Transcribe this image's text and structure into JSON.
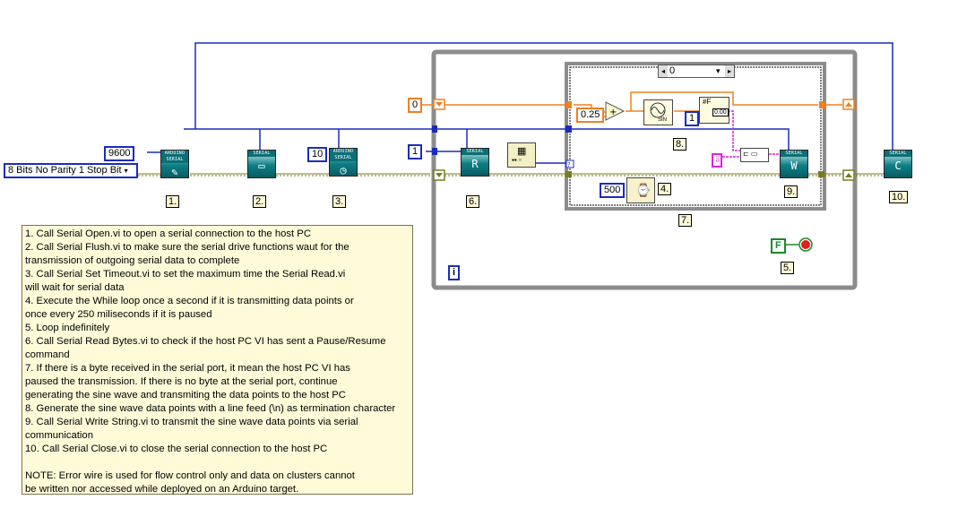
{
  "constants": {
    "baud_rate": "9600",
    "serial_config": "8 Bits No Parity 1 Stop Bit",
    "timeout": "10",
    "shift_register_init": "0",
    "bytes_to_read": "1",
    "case_selector": "0",
    "add_increment": "0.25",
    "format_digits": "1",
    "wait_ms": "500",
    "loop_stop": "F",
    "loop_index": "i"
  },
  "vis": {
    "open": {
      "caption": "ARDUINO SERIAL",
      "icon": "serial-open-icon"
    },
    "flush": {
      "caption": "SERIAL",
      "icon": "serial-flush-icon"
    },
    "timeout": {
      "caption": "ARDUINO SERIAL",
      "icon": "serial-timeout-icon"
    },
    "read": {
      "caption": "SERIAL",
      "glyph": "R",
      "icon": "serial-read-icon"
    },
    "write": {
      "caption": "SERIAL",
      "glyph": "W",
      "icon": "serial-write-icon"
    },
    "close": {
      "caption": "SERIAL",
      "glyph": "C",
      "icon": "serial-close-icon"
    },
    "sine": {
      "caption": "SIN",
      "icon": "sine-icon"
    },
    "format": {
      "caption": "0.00",
      "icon": "format-number-icon"
    }
  },
  "step_labels": [
    "1.",
    "2.",
    "3.",
    "4.",
    "5.",
    "6.",
    "7.",
    "8.",
    "9.",
    "10."
  ],
  "notes": "1. Call Serial Open.vi to open a serial connection to the host PC\n2. Call Serial Flush.vi to make sure the serial drive functions waut for the\ntransmission of outgoing serial data to complete\n3. Call Serial Set Timeout.vi to set the maximum time the Serial Read.vi\nwill wait for serial data\n4. Execute the While loop once a second if it is transmitting data points or\nonce every 250 miliseconds if it is paused\n5. Loop indefinitely\n6. Call Serial Read Bytes.vi to check if the host PC VI has sent a Pause/Resume\ncommand\n7. If there is a byte received in the serial port, it mean the host PC VI has\npaused the transmission. If there is no byte at the serial port, continue\ngenerating the sine wave and transmiting the data points to the host PC\n8. Generate the sine wave data points with a line feed (\\n) as termination character\n9. Call Serial Write String.vi to transmit the sine wave data points via serial\ncommunication\n10. Call Serial Close.vi to close the serial connection to the host PC\n\nNOTE: Error wire is used for flow control only and data on clusters cannot\nbe written nor accessed while deployed on an Arduino target.",
  "colors": {
    "refnum_wire": "#1a2cbf",
    "error_wire": "#7a7a20",
    "numeric_wire": "#f08020",
    "string_wire": "#e020e0",
    "loop_border": "#8c8c8c",
    "case_border": "#8c8c8c",
    "note_bg": "#fffbd8"
  }
}
